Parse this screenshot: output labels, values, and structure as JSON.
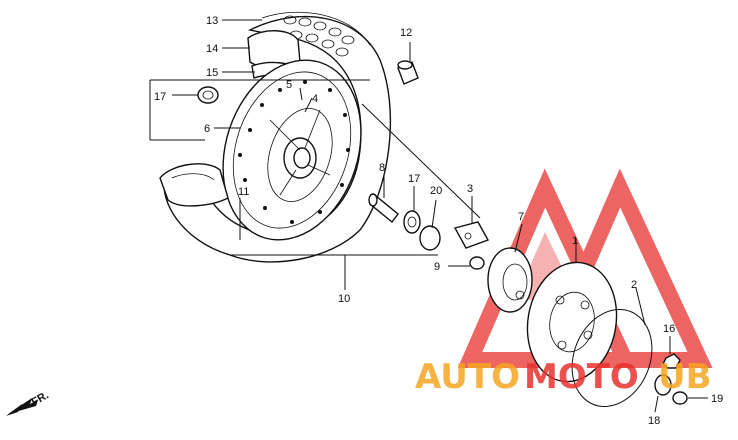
{
  "watermark": {
    "text_a": "AUTO",
    "text_b": "MOTO",
    "text_c": "UB",
    "color_orange": "#f5a623",
    "color_red": "#e8322e"
  },
  "direction_label": "FR.",
  "callouts": [
    {
      "id": "c13",
      "label": "13"
    },
    {
      "id": "c14",
      "label": "14"
    },
    {
      "id": "c15",
      "label": "15"
    },
    {
      "id": "c17a",
      "label": "17"
    },
    {
      "id": "c5",
      "label": "5"
    },
    {
      "id": "c4",
      "label": "4"
    },
    {
      "id": "c6",
      "label": "6"
    },
    {
      "id": "c12",
      "label": "12"
    },
    {
      "id": "c8",
      "label": "8"
    },
    {
      "id": "c17b",
      "label": "17"
    },
    {
      "id": "c20",
      "label": "20"
    },
    {
      "id": "c3",
      "label": "3"
    },
    {
      "id": "c11",
      "label": "11"
    },
    {
      "id": "c7",
      "label": "7"
    },
    {
      "id": "c1",
      "label": "1"
    },
    {
      "id": "c9",
      "label": "9"
    },
    {
      "id": "c10",
      "label": "10"
    },
    {
      "id": "c2",
      "label": "2"
    },
    {
      "id": "c16",
      "label": "16"
    },
    {
      "id": "c18",
      "label": "18"
    },
    {
      "id": "c19",
      "label": "19"
    }
  ]
}
